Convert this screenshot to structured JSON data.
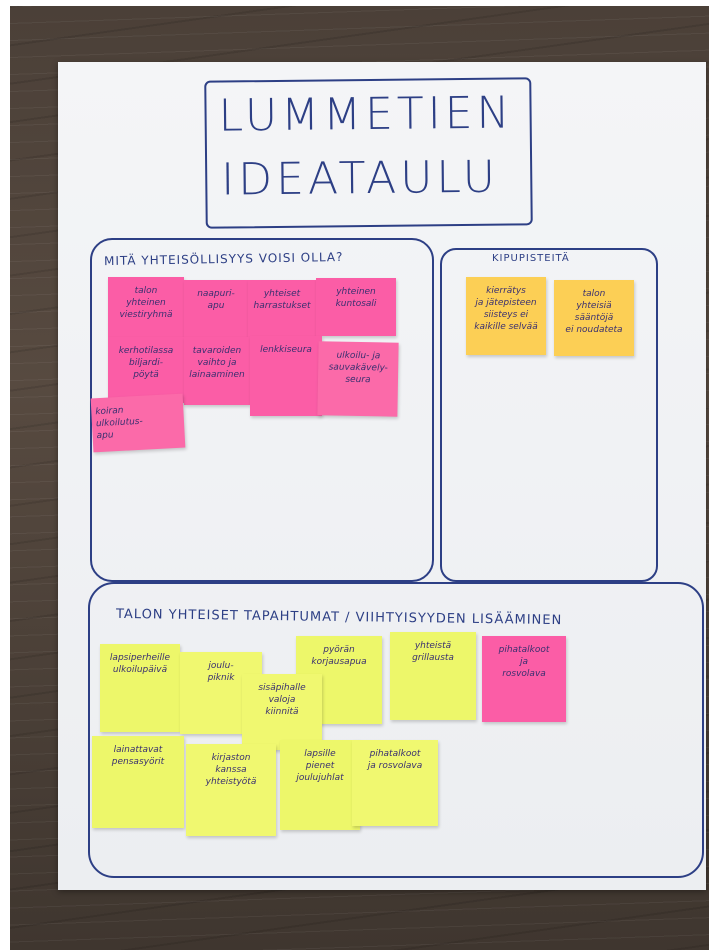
{
  "title": {
    "line1": "LUMMETIEN",
    "line2": "IDEATAULU"
  },
  "sections": {
    "community": {
      "title": "MITÄ YHTEISÖLLISYYS VOISI OLLA?",
      "notes": [
        "talon\nyhteinen\nviestiryhmä",
        "naapuri-\napu",
        "yhteiset\nharrastukset",
        "yhteinen\nkuntosali",
        "kerhotilassa\nbiljardi-\npöytä",
        "tavaroiden\nvaihto ja\nlainaaminen",
        "lenkkiseura",
        "ulkoilu- ja\nsauvakävely-\nseura",
        "koiran\nulkoilutus-\napu"
      ]
    },
    "pain_points": {
      "title": "KIPUPISTEITÄ",
      "notes": [
        "kierrätys\nja jätepisteen\nsiisteys ei\nkaikille selvää",
        "talon\nyhteisiä\nsääntöjä\nei noudateta"
      ]
    },
    "events": {
      "title": "TALON YHTEISET TAPAHTUMAT / VIIHTYISYYDEN LISÄÄMINEN",
      "notes": [
        "lapsiperheille\nulkoilupäivä",
        "joulu-\npiknik",
        "pyörän\nkorjausapua",
        "yhteistä\ngrillausta",
        "pihatalkoot\nja\nrosvolava",
        "sisäpihalle\nvaloja\nkiinnitä",
        "lainattavat\npensasyörit",
        "kirjaston\nkanssa\nyhteistyötä",
        "lapsille\npienet\njoulujuhlat",
        "pihatalkoot\nja rosvolava"
      ]
    }
  },
  "colors": {
    "ink": "#2d3f85",
    "pink": "#fb5da6",
    "orange": "#fccf55",
    "yellow": "#edf76a"
  }
}
